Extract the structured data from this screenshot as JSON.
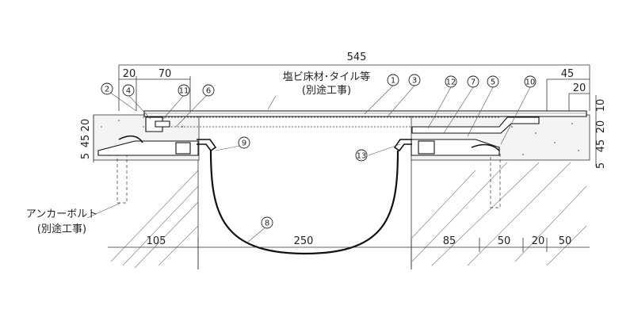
{
  "dimensions": {
    "top_total": "545",
    "top_left_20": "20",
    "top_left_70": "70",
    "top_right_45": "45",
    "top_right_20": "20",
    "right_10": "10",
    "right_20": "20",
    "right_45": "45",
    "right_5": "5",
    "left_20": "20",
    "left_45": "45",
    "left_5": "5",
    "bottom_105": "105",
    "bottom_250": "250",
    "bottom_85": "85",
    "bottom_50a": "50",
    "bottom_20": "20",
    "bottom_50b": "50"
  },
  "notes": {
    "floor_material_line1": "塩ビ床材･タイル等",
    "floor_material_line2": "(別途工事)",
    "anchor_bolt_line1": "アンカーボルト",
    "anchor_bolt_line2": "(別途工事)"
  },
  "callouts": {
    "c1": "1",
    "c2": "2",
    "c3": "3",
    "c4": "4",
    "c5": "5",
    "c6": "6",
    "c7": "7",
    "c8": "8",
    "c9": "9",
    "c10": "10",
    "c11": "11",
    "c12": "12",
    "c13": "13"
  }
}
